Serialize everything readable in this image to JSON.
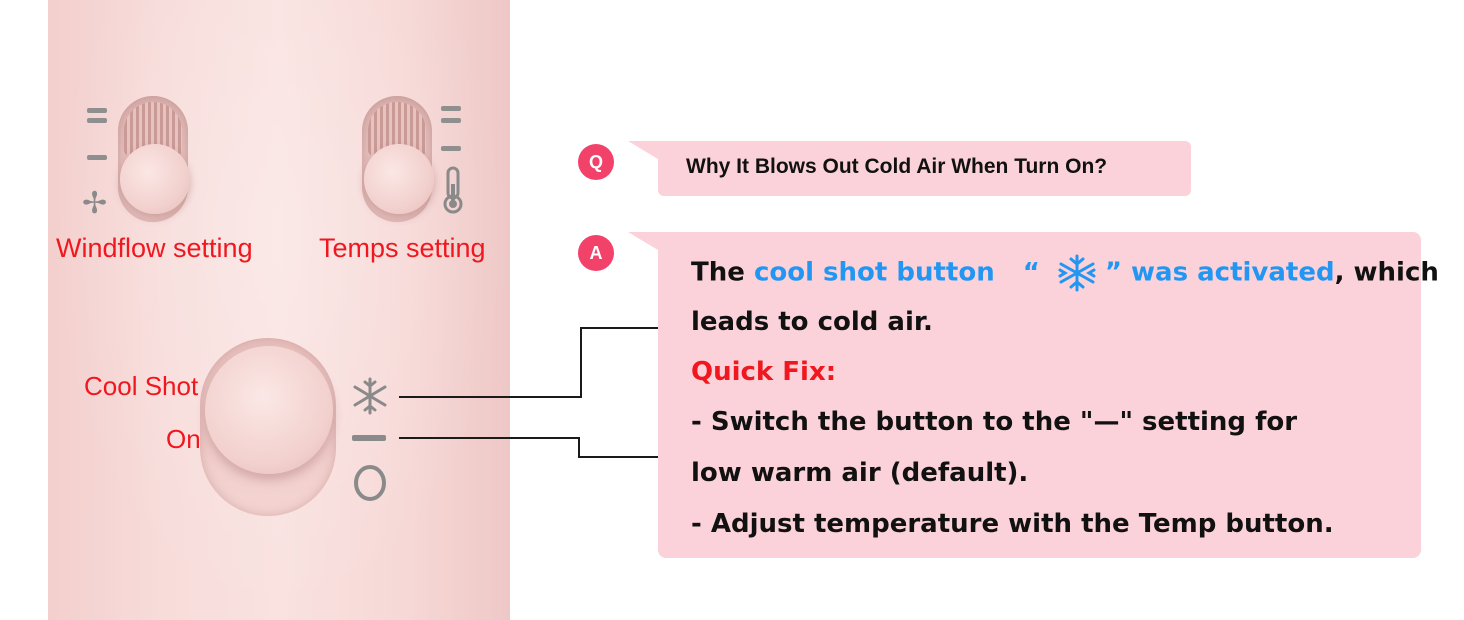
{
  "labels": {
    "windflow": "Windflow setting",
    "temps": "Temps setting",
    "cool_shot": "Cool Shot",
    "on": "On"
  },
  "icons": {
    "fan": "fan-icon",
    "thermometer": "thermometer-icon",
    "snowflake": "snowflake-icon",
    "on_mark": "on-line-icon",
    "off_mark": "off-circle-icon"
  },
  "qa": {
    "q_badge": "Q",
    "question": "Why It Blows Out Cold Air When Turn On?",
    "a_badge": "A",
    "a1_prefix": "The ",
    "a1_highlight": "cool shot button",
    "a1_quote_open": "“",
    "a1_quote_close": "”",
    "a1_activated": "was activated",
    "a1_suffix": ", which",
    "a2": "leads to cold air.",
    "fix_title": "Quick Fix:",
    "fix1a": "- Switch the button to the \"—\" setting for",
    "fix1b": "low warm air (default).",
    "fix2": "- Adjust temperature with the Temp button."
  },
  "colors": {
    "highlight_blue": "#2196f3",
    "label_red": "#f0171e",
    "badge_pink": "#f2426a",
    "bubble_pink": "#fbd2d9"
  }
}
